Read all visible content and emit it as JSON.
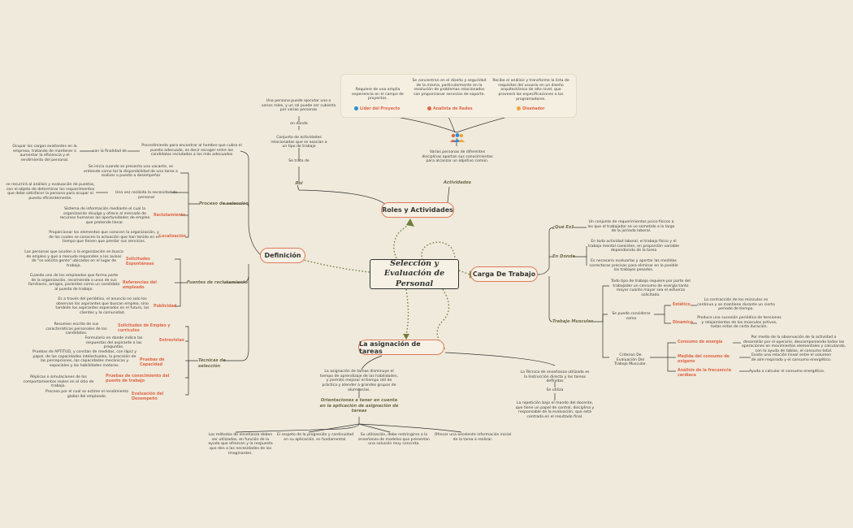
{
  "central": "Selección y Evaluación de Personal",
  "roles": {
    "title": "Roles y Actividades",
    "leader": {
      "label": "Lider del Proyecto",
      "text": "Requiere de una amplia experiencia en el campo de proyectos.",
      "color": "#2a8fd6"
    },
    "analyst": {
      "label": "Analista de Redes",
      "text": "Se concentran en el diseño y seguridad de la misma, particularmente en la resolución de problemas relacionados con proporcionar servicios de soporte.",
      "color": "#e0674a"
    },
    "designer": {
      "label": "Diseñador",
      "text": "Recibe el análisis y transforme la lista de requisitos del usuario en un diseño arquitectónico de alto nivel, que proveerá las especificaciones a los programadores.",
      "color": "#f2a33a"
    },
    "rol": {
      "label": "Rol",
      "t1": "Una persona puede ejecutar uno o varios roles, y un rol puede ser cubierto por varias personas",
      "t2": "en donde",
      "t3": "Conjunto de actividades relacionadas que se asocian a un tipo de trabajo",
      "t4": "Se trata de"
    },
    "actividades": {
      "label": "Actividades",
      "text": "Varias personas de diferentes disciplinas aportan sus conocimientos para alcanzar un objetivo común."
    }
  },
  "definicion": {
    "title": "Definición",
    "proceso": {
      "label": "Proceso de selección",
      "t1": "Procedimiento para encontrar al hombre que cubra el puesto adecuado, es decir escoger entre los candidatos reclutados a los más adecuados",
      "t1b": "con la finalidad de",
      "t1c": "Ocupar los cargos existentes en la empresa, tratando de mantener o aumentar la eficiencia y el rendimiento del personal.",
      "t2": "Se inicia cuando se presenta una vacante, se entiende como tal la disponibilidad de una tarea a realizar o puesto a desempeñar",
      "t3": "Una vez recibida la necesidad de personal",
      "t3b": "se recurrirá al análisis y evaluación de puestos, con el objeto de determinar los requerimientos que debe satisfacer la persona para ocupar el puesto eficientemente.",
      "rec_label": "Reclutamiento",
      "rec_text": "Sistema de información mediante el cual la organización divulga y ofrece al mercado de recursos humanos las oportunidades de empleo que pretende llenar.",
      "loc_label": "Localización",
      "loc_text": "Proporcionar los elementos que conocen la organización, y de los cuales se conocen la actuación que han tenido en el tiempo que tienen que prestar sus servicios."
    },
    "fuentes": {
      "label": "Fuentes de reclutamiento",
      "s1_label": "Solicitudes Espontáneas",
      "s1_text": "Las personas que acuden a la organización en busca de empleo y que a menudo responden a los avisos de \"se solicita gente\" ubicados en el lugar de trabajo.",
      "s2_label": "Referencias del empleado",
      "s2_text": "Cuando uno de los empleados que forma parte de la organización, recomienda a unos de sus familiares, amigos, parientes como un candidato al puesto de trabajo.",
      "s3_label": "Publicidad",
      "s3_text": "Es a través del periódico, el anuncio no solo los observan los aspirantes que buscan empleo, sino también los aspirantes esperados en el futuro, los clientes y la comunidad."
    },
    "tecnicas": {
      "label": "Técnicas de selección",
      "k1_label": "Solicitudes de Empleo y curriculos",
      "k1_text": "Resumen escrito de sus características personales de los candidatos.",
      "k2_label": "Entrevistas",
      "k2_text": "Formulario en donde indica las respuestas del aspirante a las preguntas.",
      "k3_label": "Pruebas de Capacidad",
      "k3_text": "Pruebas de APTITUD, y constan de medidas, con lápiz y papel, de las capacidades intelectuales, la precisión de las percepciones, las capacidades mecánicas y espaciales y las habilidades motoras.",
      "k4_label": "Pruebas de conocimiento del puesto de trabajo",
      "k4_text": "Réplicas o simulaciones de los comportamientos reales en el sitio de trabajo.",
      "k5_label": "Evaluación del Desempeño",
      "k5_text": "Proceso por el cual se estime el rendimiento global del empleado."
    }
  },
  "carga": {
    "title": "Carga De Trabajo",
    "que_label": "¿Qué Es?",
    "que_text": "Un conjunto de requerimientos psico-físicos a los que el trabajador se ve sometido a lo largo de la jornada laboral.",
    "donde_label": "En Donde",
    "donde_t1": "En toda actividad laboral, el trabajo físico y el trabajo mental coexisten, en proporción variable dependiendo de la tarea",
    "donde_t2": "Es necesario evaluarlas y aportar las medidas correctoras precisas para eliminar en lo posible los trabajos pesados.",
    "musc_label": "Trabajo Muscular",
    "musc_t1": "Todo tipo de trabajo requiere por parte del trabajador un consumo de energía tanto mayor cuanto mayor sea el esfuerzo solicitado.",
    "musc_t2": "Se puede considerar como",
    "est_label": "Estático",
    "est_text": "La contracción de los músculos es continua y se mantiene durante un cierto periodo de tiempo.",
    "din_label": "Dinamico",
    "din_text": "Produce una sucesión periódica de tensiones y relajamientos de los músculos activos, todas estas de corta duración.",
    "crit_text": "Criterios De Evaluación Del Trabajo Muscular.",
    "e1_label": "Consumo de energía",
    "e1_text": "Por medio de la observación de la actividad a desarrollar por el operario, descomponiendo todas las operaciones en movimientos elementales y calculando, con la ayuda de tablas, el consumo total.",
    "e2_label": "Medida del consumo de oxígeno",
    "e2_text": "Existe una relación lineal entre el volumen de aire respirado y el consumo energético.",
    "e3_label": "Análisis de la frecuencia cardiaca",
    "e3_text": "Ayuda a calcular el consumo energético."
  },
  "asignacion": {
    "title": "La asignación de tareas",
    "t1": "La asignación de tareas disminuye el tiempo de aprendizaje de las habilidades, y permite mejorar el tiempo útil de práctica y atender a grandes grupos de alumnos/as.",
    "orient_label": "Orientaciones a tener en cuenta en la aplicación de asignación de tareas",
    "o1": "Los métodos de enseñanza deben ser utilizados, en función de la ayuda que ofrezcan y la respuesta que den a las necesidades de los Imaginantes.",
    "o2": "El respeto de la progresión y continuidad en su aplicación, es fundamental.",
    "o3": "Su utilización, debe restringirse a la enseñanza de modelos que presentan una solución muy concreta.",
    "o4": "Ofrecer una excelente información inicial de la tarea a realizar.",
    "t2": "La Técnica de enseñanza utilizada es la Instrucción directa y las tareas definidas",
    "t3": "Se utiliza",
    "t4": "La repetición bajo el mando del docente, que tiene un papel de control, disciplina y responsable de la evaluación, que está centrada en el resultado final."
  },
  "colors": {
    "accent": "#e0674a",
    "line": "#333333",
    "dotted": "#6f7d3c",
    "background": "#efeadb"
  }
}
